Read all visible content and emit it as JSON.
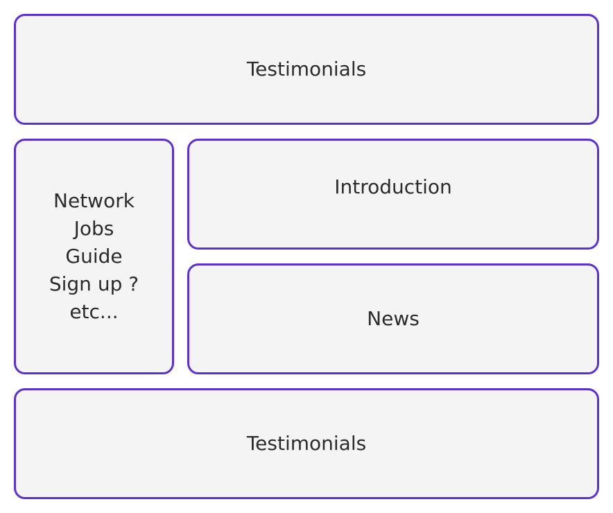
{
  "diagram": {
    "accent_color": "#5b2fd6",
    "box_fill": "#f4f4f5",
    "top_block": {
      "label": "Testimonials"
    },
    "sidebar": {
      "items": [
        "Network",
        "Jobs",
        "Guide",
        "Sign up ?",
        "etc..."
      ]
    },
    "introduction": {
      "label": "Introduction"
    },
    "news": {
      "label": "News"
    },
    "bottom_block": {
      "label": "Testimonials"
    }
  }
}
